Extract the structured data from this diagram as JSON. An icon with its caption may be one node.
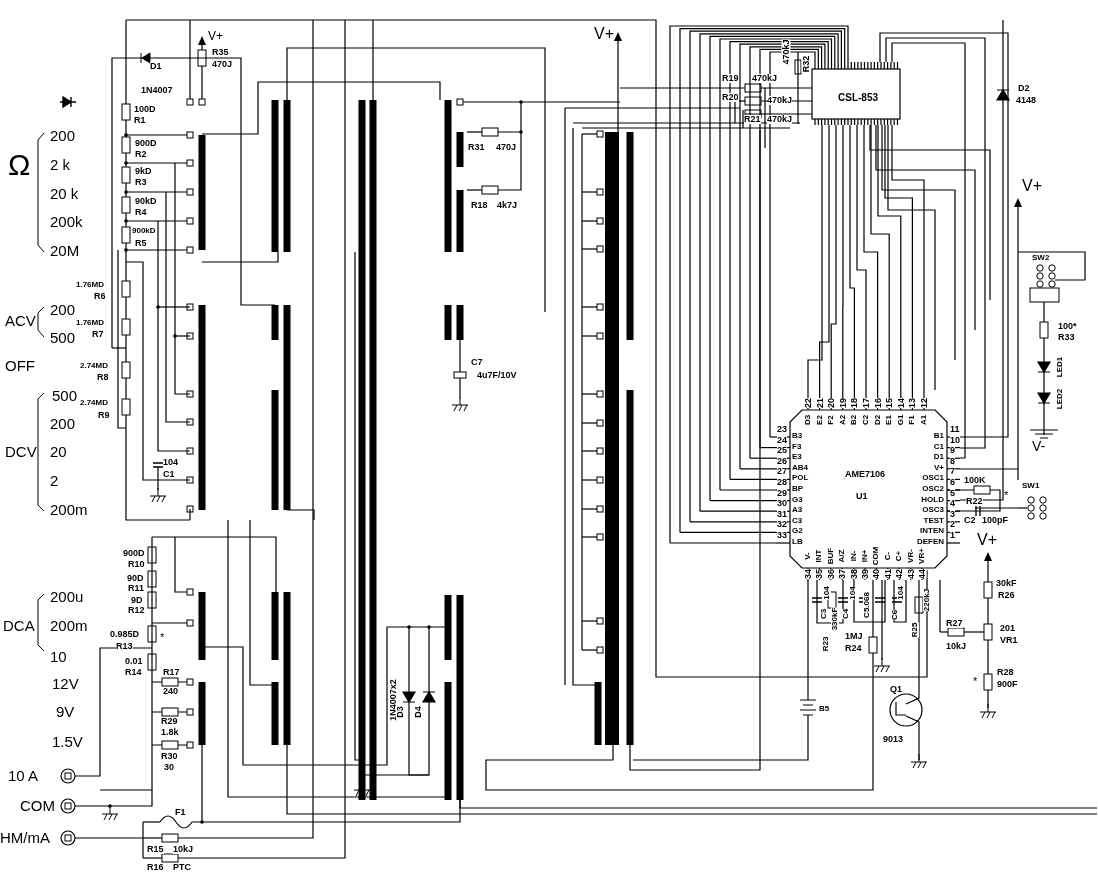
{
  "diagram": {
    "labels": [
      "Ω",
      "200",
      "2 k",
      "20 k",
      "200k",
      "20M",
      "ACV",
      "200",
      "500",
      "OFF",
      "DCV",
      "500",
      "200",
      "20",
      "2",
      "200m",
      "DCA",
      "200u",
      "200m",
      "10",
      "12V",
      "9V",
      "1.5V",
      "10 A",
      "COM",
      "HM/mA",
      "V+",
      "R35",
      "D1",
      "470J",
      "1N4007",
      "100D",
      "R1",
      "900D",
      "R2",
      "9kD",
      "R3",
      "90kD",
      "R4",
      "900kD",
      "R5",
      "1.76MD",
      "R6",
      "1.76MD",
      "R7",
      "2.74MD",
      "R8",
      "2.74MD",
      "R9",
      "104",
      "C1",
      "900D",
      "R10",
      "90D",
      "R11",
      "9D",
      "R12",
      "0.985D",
      "*",
      "R13",
      "0.01",
      "R14",
      "R17",
      "240",
      "R29",
      "1.8k",
      "R30",
      "30",
      "F1",
      "R15",
      "10kJ",
      "R16",
      "PTC",
      "1N4007x2",
      "D3",
      "D4",
      "R31",
      "470J",
      "R18",
      "4k7J",
      "C7",
      "4u7F/10V",
      "V+",
      "R19",
      "470kJ",
      "R20",
      "470kJ",
      "R21",
      "470kJ",
      "470kJ",
      "R32",
      "CSL-853",
      "D2",
      "4148",
      "V+",
      "SW2",
      "100*",
      "R33",
      "LED1",
      "LED2",
      "V-",
      "SW1",
      "AME7106",
      "U1",
      "22",
      "21",
      "20",
      "19",
      "18",
      "17",
      "16",
      "15",
      "14",
      "13",
      "12",
      "D3",
      "E2",
      "F2",
      "A2",
      "B2",
      "C2",
      "D2",
      "E1",
      "G1",
      "F1",
      "A1",
      "23",
      "24",
      "25",
      "26",
      "27",
      "28",
      "29",
      "30",
      "31",
      "32",
      "33",
      "B3",
      "F3",
      "E3",
      "AB4",
      "POL",
      "BP",
      "G3",
      "A3",
      "C3",
      "G2",
      "LB",
      "11",
      "10",
      "9",
      "8",
      "7",
      "6",
      "5",
      "4",
      "3",
      "2",
      "1",
      "B1",
      "C1",
      "D1",
      "V+",
      "OSC1",
      "OSC2",
      "HOLD",
      "OSC3",
      "TEST",
      "INTEN",
      "DEFEN",
      "34",
      "35",
      "36",
      "37",
      "38",
      "39",
      "40",
      "41",
      "42",
      "43",
      "44",
      "V-",
      "INT",
      "BUF",
      "A/Z",
      "IN-",
      "IN+",
      "COM",
      "C-",
      "C+",
      "VR-",
      "VR+",
      "100K",
      "R22",
      "*",
      "C2",
      "100pF",
      "V+",
      "30kF",
      "R26",
      "R27",
      "10kJ",
      "201",
      "VR1",
      "*",
      "R28",
      "900F",
      "C3",
      "104",
      "R23",
      "330kF",
      "C4",
      "104",
      "C5.068",
      "C6",
      "104",
      "R25",
      "220kJ",
      "1MJ",
      "R24",
      "B5",
      "Q1",
      "9013"
    ]
  }
}
